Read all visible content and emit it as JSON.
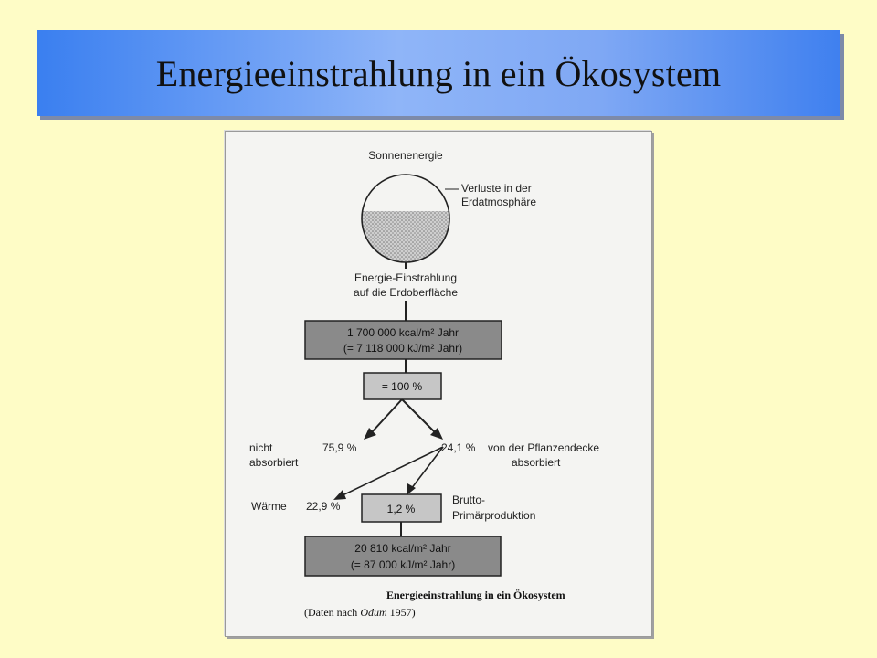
{
  "title": "Energieeinstrahlung in ein Ökosystem",
  "diagram": {
    "sun_label": "Sonnenenergie",
    "losses_label_line1": "Verluste in der",
    "losses_label_line2": "Erdatmosphäre",
    "irradiation_label_line1": "Energie-Einstrahlung",
    "irradiation_label_line2": "auf die Erdoberfläche",
    "box1_line1": "1 700 000 kcal/m² Jahr",
    "box1_line2": "(= 7 118 000 kJ/m² Jahr)",
    "box2": "= 100 %",
    "not_absorbed_line1": "nicht",
    "not_absorbed_line2": "absorbiert",
    "not_absorbed_value": "75,9 %",
    "absorbed_value": "24,1 %",
    "absorbed_label_line1": "von der Pflanzendecke",
    "absorbed_label_line2": "absorbiert",
    "heat_label": "Wärme",
    "heat_value": "22,9 %",
    "gross_box": "1,2 %",
    "gross_label_line1": "Brutto-",
    "gross_label_line2": "Primärproduktion",
    "box3_line1": "20 810 kcal/m² Jahr",
    "box3_line2": "(= 87 000 kJ/m² Jahr)",
    "caption_title": "Energieeinstrahlung in ein Ökosystem",
    "caption_source_pre": "(Daten nach ",
    "caption_source_author": "Odum",
    "caption_source_post": " 1957)"
  }
}
